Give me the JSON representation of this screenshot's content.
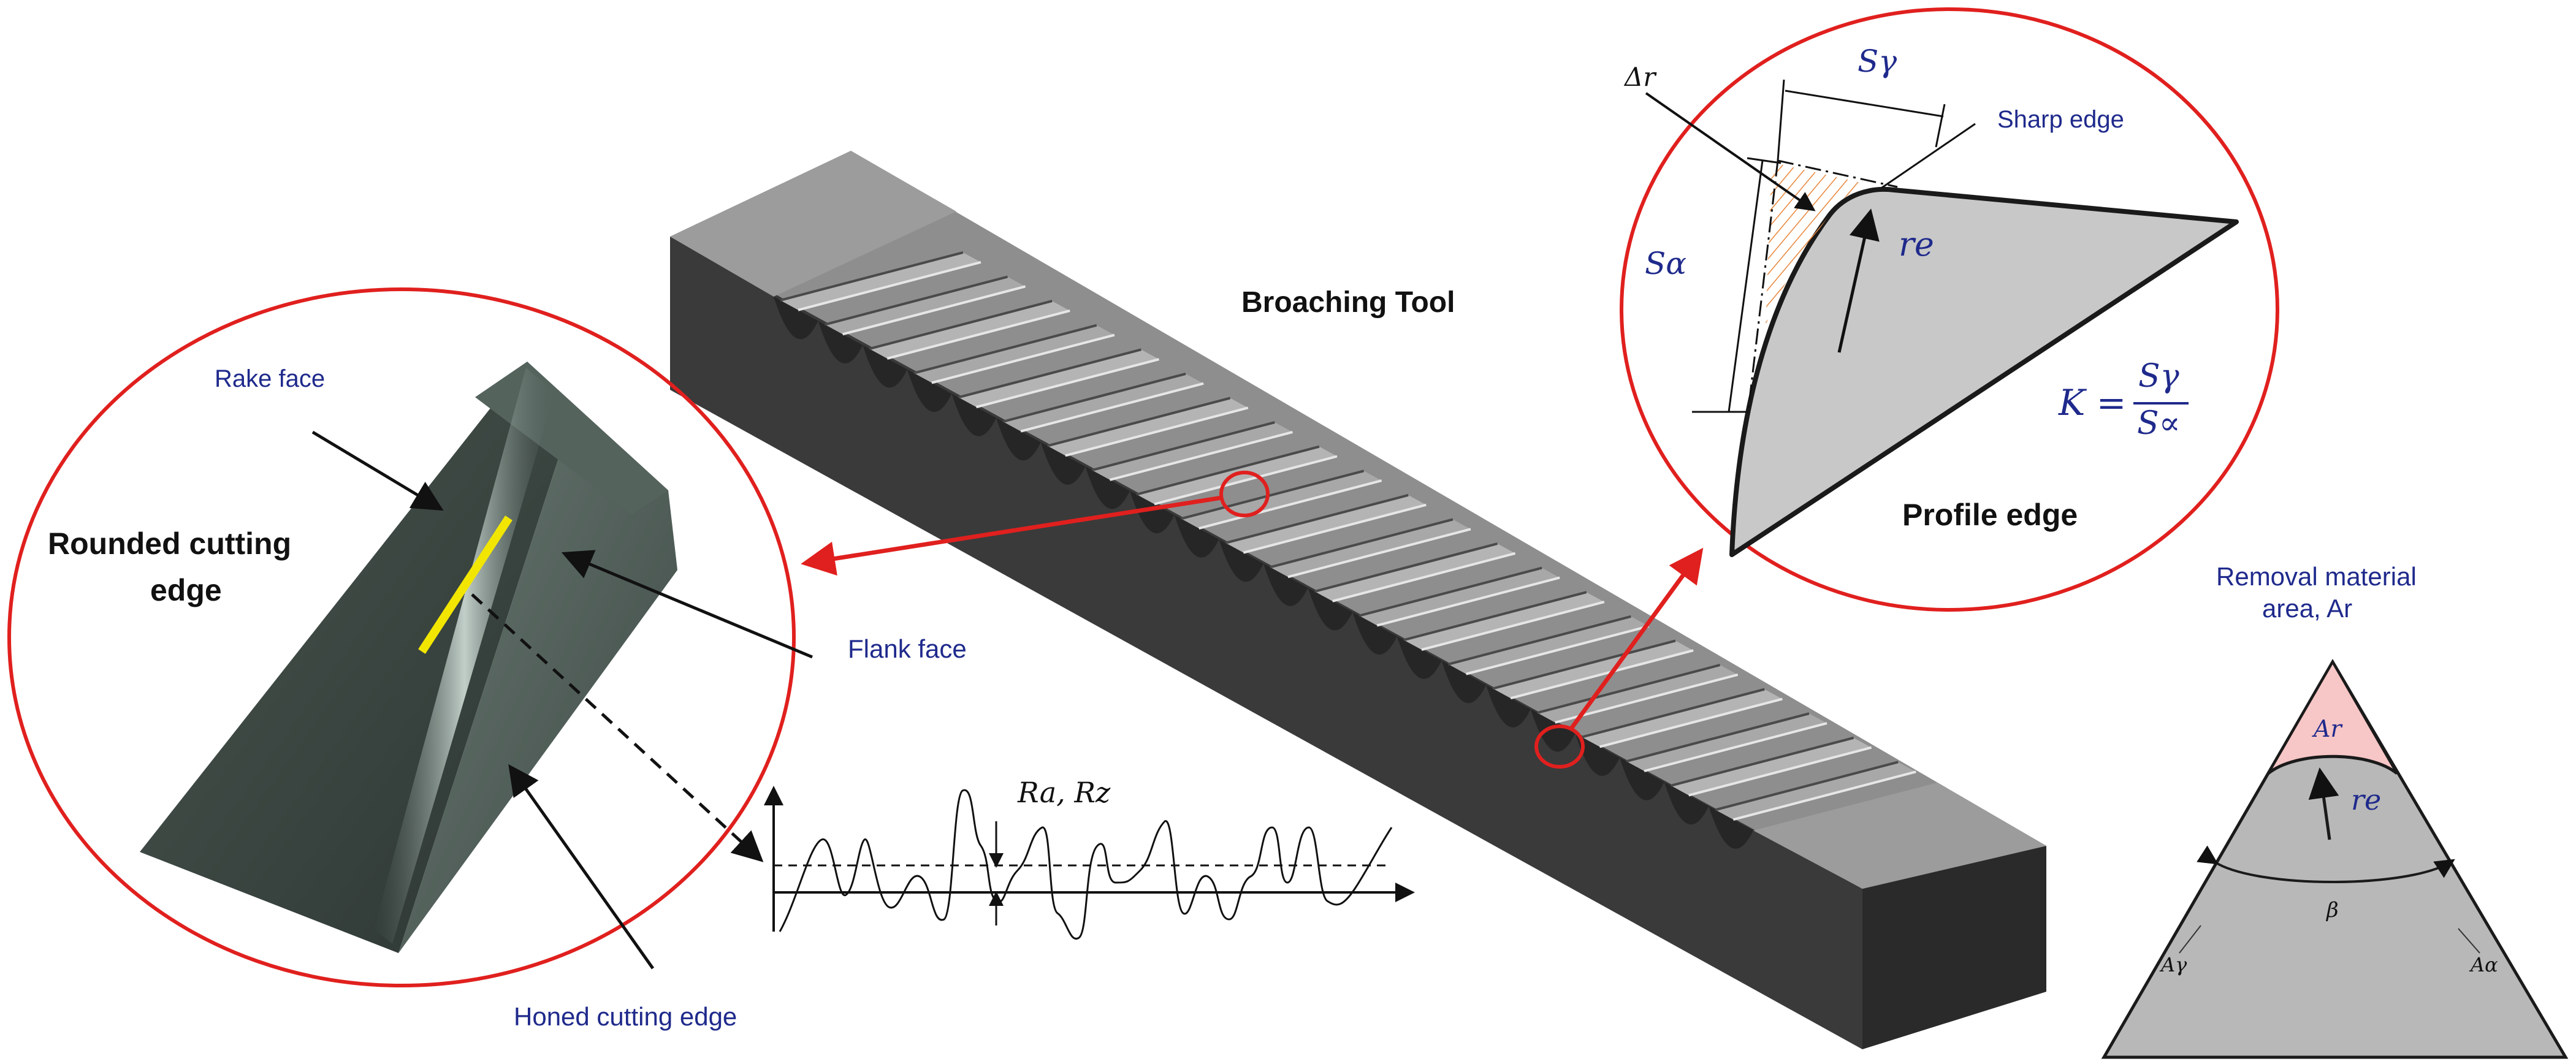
{
  "title": "Broaching Tool",
  "left_inset": {
    "rake_face": "Rake face",
    "rounded_line1": "Rounded cutting",
    "rounded_line2": "edge",
    "flank_face": "Flank face",
    "honed_edge": "Honed cutting edge"
  },
  "roughness": {
    "label": "Ra, Rz"
  },
  "profile_inset": {
    "delta_r": "Δr",
    "s_gamma": "Sγ",
    "sharp_edge": "Sharp edge",
    "s_alpha": "Sα",
    "re": "re",
    "k_lhs": "K =",
    "k_num": "Sγ",
    "k_den": "S∝",
    "profile_edge": "Profile edge"
  },
  "triangle": {
    "title_line1": "Removal material",
    "title_line2": "area, Ar",
    "ar": "Ar",
    "re": "re",
    "beta": "β",
    "a_gamma": "Aγ",
    "a_alpha": "Aα"
  },
  "colors": {
    "callout_red": "#e0201e",
    "label_blue": "#1f2a8c",
    "edge_yellow": "#f2e600",
    "tool_top": "#8c8c8c",
    "tool_side": "#3a3a3a",
    "profile_fill": "#c8c8c8",
    "hatch_orange": "#e8863a",
    "ar_pink": "#f7c6c6"
  }
}
